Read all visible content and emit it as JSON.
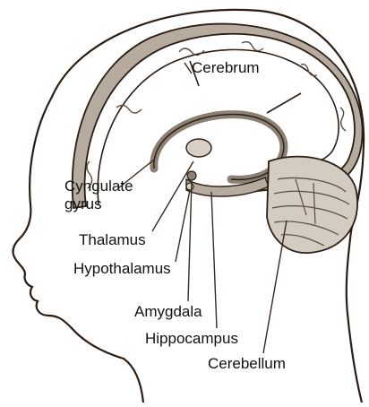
{
  "labels": {
    "cerebrum": "Cerebrum",
    "cyngulate_line1": "Cyngulate",
    "cyngulate_line2": "gyrus",
    "thalamus": "Thalamus",
    "hypothalamus": "Hypothalamus",
    "amygdala": "Amygdala",
    "hippocampus": "Hippocampus",
    "cerebellum": "Cerebellum"
  },
  "colors": {
    "outline": "#2b1d12",
    "cortex": "#b7ab9f",
    "cortex_dark": "#8c7f73",
    "leader": "#3a2a1c",
    "background": "#ffffff"
  }
}
